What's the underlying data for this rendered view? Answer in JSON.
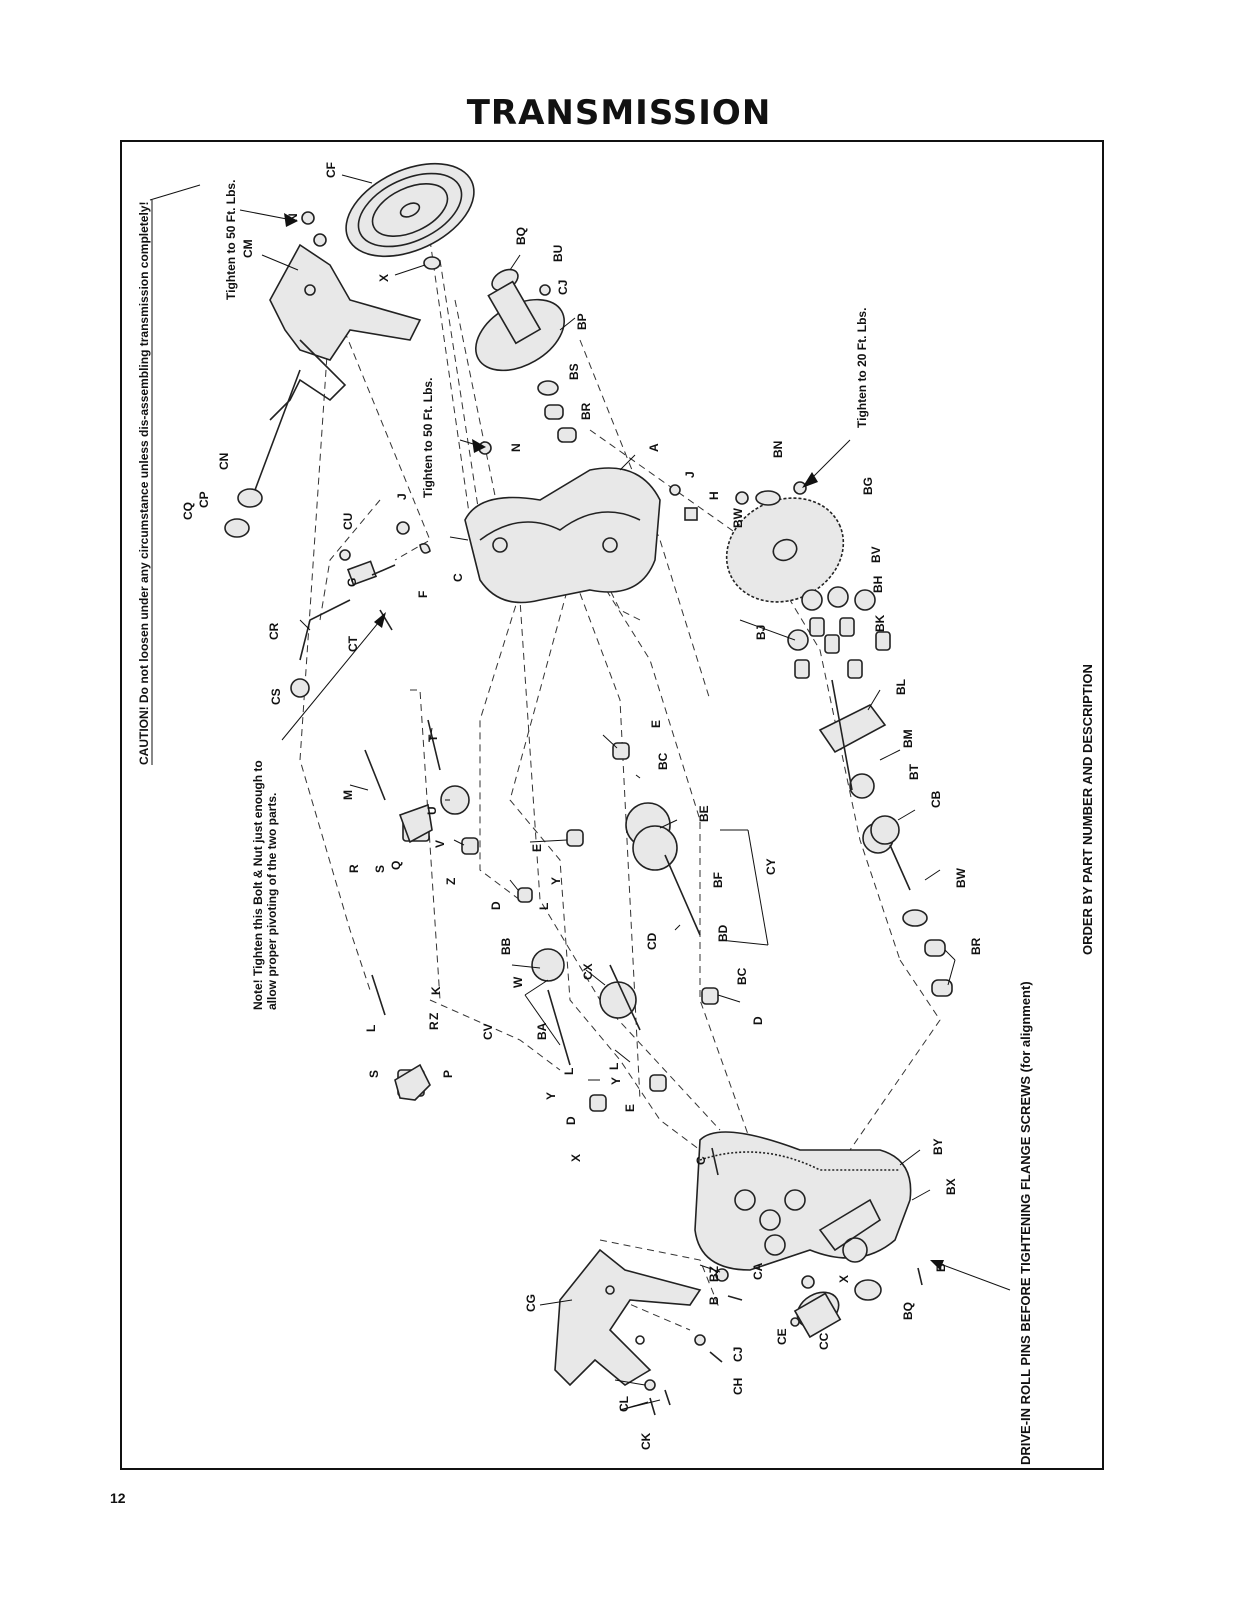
{
  "header": {
    "title": "TRANSMISSION"
  },
  "notes": {
    "caution": "CAUTION! Do not loosen under any circumstance unless dis-assembling transmission completely!",
    "tighten_50_a": "Tighten to 50 Ft. Lbs.",
    "tighten_50_b": "Tighten to 50 Ft. Lbs.",
    "tighten_20": "Tighten to 20 Ft. Lbs.",
    "bolt_note_1": "Note! Tighten this Bolt & Nut just enough to",
    "bolt_note_2": "allow proper pivoting of the two parts.",
    "order_by": "ORDER BY PART NUMBER AND DESCRIPTION",
    "drive_in": "DRIVE-IN ROLL PINS BEFORE TIGHTENING FLANGE SCREWS (for alignment)"
  },
  "parts": {
    "A": "A",
    "B": "B",
    "B2": "B",
    "BA": "BA",
    "BB": "BB",
    "BC": "BC",
    "BC2": "BC",
    "BD": "BD",
    "BE": "BE",
    "BF": "BF",
    "BG": "BG",
    "BH": "BH",
    "BJ": "BJ",
    "BK": "BK",
    "BL": "BL",
    "BM": "BM",
    "BN": "BN",
    "BP": "BP",
    "BQ": "BQ",
    "BQ2": "BQ",
    "BR": "BR",
    "BR2": "BR",
    "BS": "BS",
    "BT": "BT",
    "BU": "BU",
    "BW": "BW",
    "BW2": "BW",
    "BV": "BV",
    "BX": "BX",
    "BY": "BY",
    "BZ": "BZ",
    "C": "C",
    "C2": "C",
    "CA": "CA",
    "CB": "CB",
    "CC": "CC",
    "CD": "CD",
    "CE": "CE",
    "CF": "CF",
    "CG": "CG",
    "CH": "CH",
    "CJ": "CJ",
    "CJ2": "CJ",
    "CK": "CK",
    "CL": "CL",
    "CM": "CM",
    "CN": "CN",
    "CO": "CQ",
    "CP": "CP",
    "CR": "CR",
    "CS": "CS",
    "CT": "CT",
    "CU": "CU",
    "CV": "CV",
    "CX": "CX",
    "CY": "CY",
    "D": "D",
    "D2": "D",
    "D3": "D",
    "E": "E",
    "E2": "E",
    "E3": "E",
    "F": "F",
    "G": "G",
    "H": "H",
    "J": "J",
    "J2": "J",
    "K": "K",
    "L": "L",
    "L2": "L",
    "L3": "L",
    "L4": "L",
    "M": "M",
    "N": "N",
    "N2": "N",
    "P": "P",
    "Q": "Q",
    "R": "R",
    "R2": "R",
    "S": "S",
    "S2": "S",
    "T": "T",
    "U": "U",
    "V": "V",
    "W": "W",
    "X": "X",
    "X2": "X",
    "X3": "X",
    "Y": "Y",
    "Y2": "Y",
    "Y3": "Y",
    "Z": "Z",
    "Z2": "Z"
  },
  "footer": {
    "page_number": "12"
  }
}
